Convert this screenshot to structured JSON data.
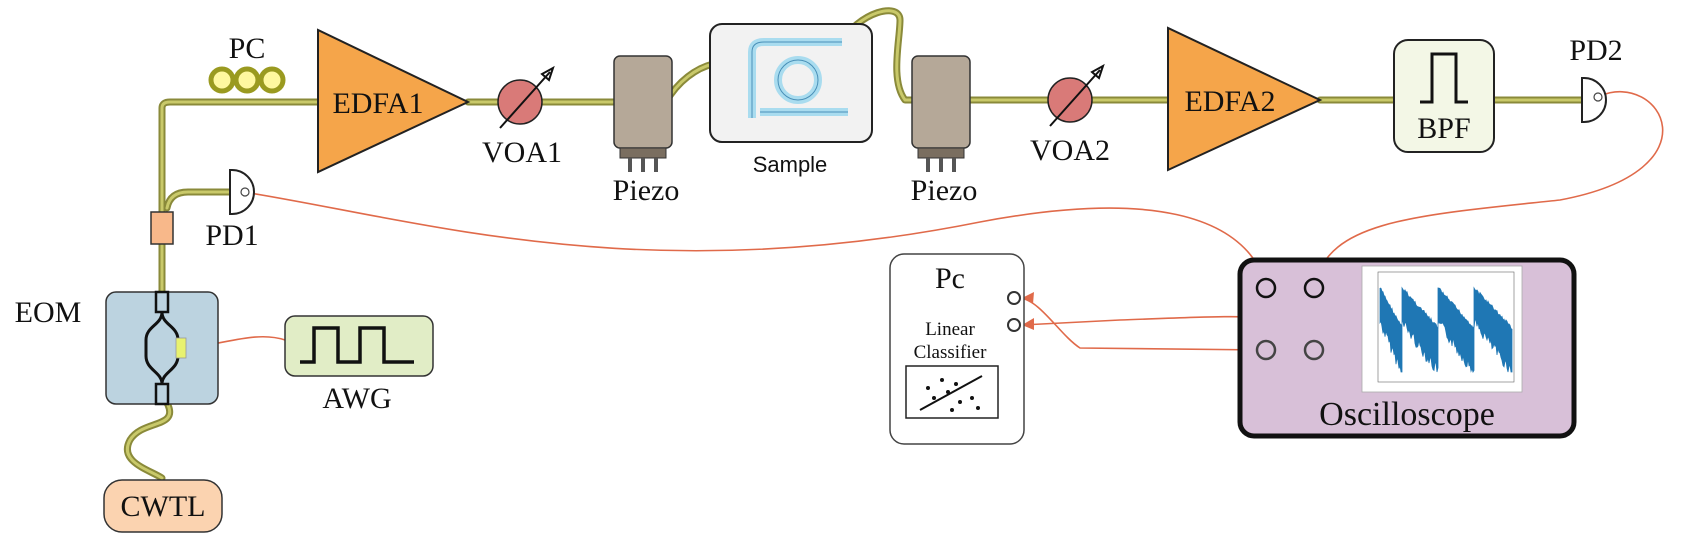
{
  "diagram": {
    "labels": {
      "pc_polarization": "PC",
      "edfa1": "EDFA1",
      "voa1": "VOA1",
      "piezo_left": "Piezo",
      "sample": "Sample",
      "piezo_right": "Piezo",
      "voa2": "VOA2",
      "edfa2": "EDFA2",
      "bpf": "BPF",
      "pd2": "PD2",
      "pd1": "PD1",
      "eom": "EOM",
      "awg": "AWG",
      "cwtl": "CWTL",
      "pc_computer": "Pc",
      "classifier_line1": "Linear",
      "classifier_line2": "Classifier",
      "oscilloscope": "Oscilloscope"
    },
    "colors": {
      "fiber": "#8a8a3a",
      "edfa": "#f5a54a",
      "voa": "#d97a78",
      "piezo": "#b5a898",
      "sample_bg": "#f2f2f2",
      "sample_waveguide": "#a9dcef",
      "bpf_bg": "#f3f7e6",
      "eom_bg": "#bcd3e0",
      "awg_bg": "#e1edc6",
      "cwtl_bg": "#fbd3b0",
      "coupler": "#f8b88a",
      "oscilloscope_bg": "#d8c0d8",
      "trace": "#1f77b4",
      "wire": "#e06a4a"
    },
    "icons": [
      "polarization-controller-icon",
      "amplifier-icon",
      "attenuator-icon",
      "piezo-stage-icon",
      "ring-resonator-icon",
      "photodiode-icon",
      "bandpass-filter-icon",
      "modulator-icon",
      "square-wave-icon",
      "laser-icon",
      "scatter-classifier-icon",
      "oscilloscope-trace-icon"
    ]
  }
}
